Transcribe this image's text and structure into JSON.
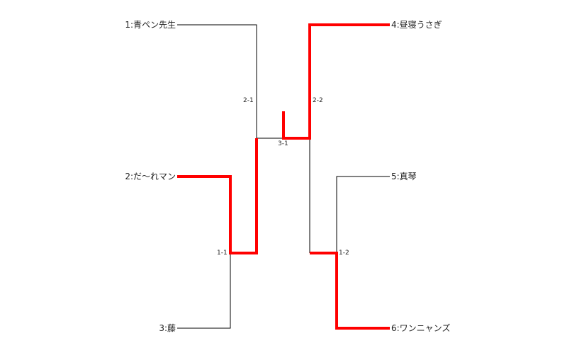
{
  "players": [
    {
      "id": "p1",
      "label": "1:青ペン先生"
    },
    {
      "id": "p2",
      "label": "2:だ〜れマン"
    },
    {
      "id": "p3",
      "label": "3:藤"
    },
    {
      "id": "p4",
      "label": "4:昼寝うさぎ"
    },
    {
      "id": "p5",
      "label": "5:真琴"
    },
    {
      "id": "p6",
      "label": "6:ワンニャンズ"
    }
  ],
  "matches": [
    {
      "id": "m11",
      "label": "1-1"
    },
    {
      "id": "m21",
      "label": "2-1"
    },
    {
      "id": "m12",
      "label": "1-2"
    },
    {
      "id": "m22",
      "label": "2-2"
    },
    {
      "id": "m31",
      "label": "3-1"
    }
  ],
  "colors": {
    "line": "#000000",
    "winner": "#ff0000"
  }
}
